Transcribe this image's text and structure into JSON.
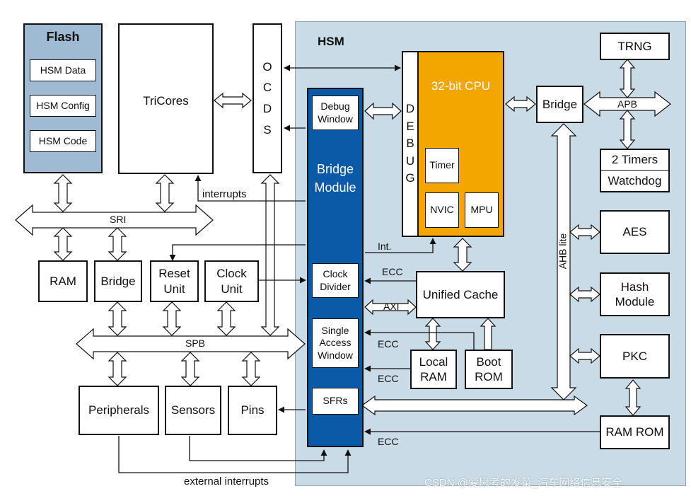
{
  "hsm_title": "HSM",
  "flash": {
    "title": "Flash",
    "items": [
      "HSM Data",
      "HSM Config",
      "HSM Code"
    ]
  },
  "tricores": "TriCores",
  "ocds": [
    "O",
    "C",
    "D",
    "S"
  ],
  "debug": [
    "D",
    "E",
    "B",
    "U",
    "G"
  ],
  "bridge_module": {
    "title_line1": "Bridge",
    "title_line2": "Module",
    "debug_window": [
      "Debug",
      "Window"
    ],
    "clock_divider": [
      "Clock",
      "Divider"
    ],
    "single_access_window": [
      "Single",
      "Access",
      "Window"
    ],
    "sfrs": "SFRs"
  },
  "cpu": {
    "title": "32-bit CPU",
    "timer": "Timer",
    "nvic": "NVIC",
    "mpu": "MPU"
  },
  "bridge_hsm": "Bridge",
  "trng": "TRNG",
  "two_timers": "2 Timers",
  "watchdog": "Watchdog",
  "aes": "AES",
  "hash_module": [
    "Hash",
    "Module"
  ],
  "pkc": "PKC",
  "ram_rom": "RAM ROM",
  "unified_cache": "Unified Cache",
  "local_ram": [
    "Local",
    "RAM"
  ],
  "boot_rom": [
    "Boot",
    "ROM"
  ],
  "ram": "RAM",
  "bridge": "Bridge",
  "reset_unit": [
    "Reset",
    "Unit"
  ],
  "clock_unit": [
    "Clock",
    "Unit"
  ],
  "peripherals": "Peripherals",
  "sensors": "Sensors",
  "pins": "Pins",
  "labels": {
    "sri": "SRI",
    "spb": "SPB",
    "apb": "APB",
    "ahb_lite": "AHB lite",
    "interrupts": "interrupts",
    "int": "Int.",
    "ecc": "ECC",
    "axi": "AXI",
    "external_interrupts": "external interrupts"
  },
  "watermark": "CSDN @爱思考的发菜_汽车网络信息安全",
  "colors": {
    "hsm_bg": "#c9dbe6",
    "flash_bg": "#9fbad3",
    "bridge_module": "#0a5aa8",
    "cpu": "#f3a500"
  }
}
